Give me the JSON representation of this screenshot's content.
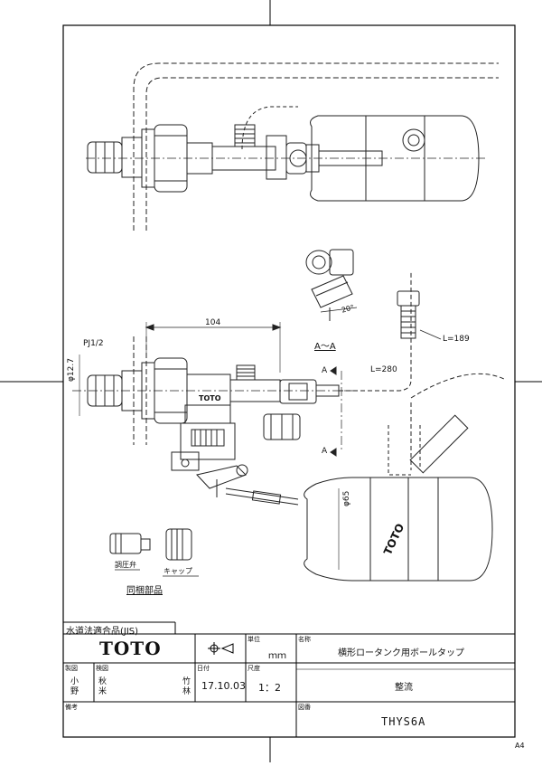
{
  "drawing": {
    "dim_104": "104",
    "dim_pj": "PJ1/2",
    "dim_dia": "φ12.7",
    "section_view": "A～A",
    "angle": "20°",
    "l189": "L=189",
    "l280": "L=280",
    "section_mark_a": "A",
    "float_dia": "φ65",
    "float_brand": "TOTO",
    "body_brand": "TOTO",
    "part_regulator_label": "調圧弁",
    "part_cap_label": "キャップ",
    "included_parts": "同梱部品"
  },
  "titleblock": {
    "compliance": "水道法適合品(JIS)",
    "brand": "TOTO",
    "unit_label": "単位",
    "unit_value": "ｍｍ",
    "name_label": "名称",
    "name_value": "横形ロータンク用ボールタップ",
    "made_label": "製図",
    "made_name_1": "小",
    "made_name_2": "野",
    "check_label": "検図",
    "check_name_1": "秋",
    "check_name_2": "米",
    "approve_name_1": "竹",
    "approve_name_2": "林",
    "date_label": "日付",
    "date_value": "17.10.03",
    "scale_label": "尺度",
    "scale_value": "1：2",
    "rectifier": "整流",
    "remarks_label": "備考",
    "drawing_no_label": "図番",
    "drawing_no": "THYS6A"
  },
  "paper_size": "A4"
}
